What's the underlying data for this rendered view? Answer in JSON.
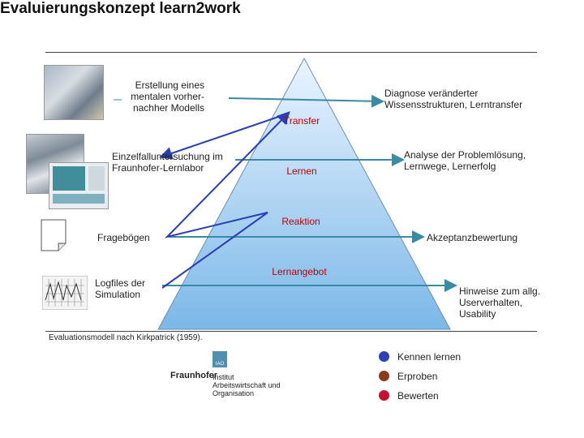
{
  "title": "Evaluierungskonzept learn2work",
  "pyramid": {
    "tiers": [
      "Transfer",
      "Lernen",
      "Reaktion",
      "Lernangebot"
    ]
  },
  "left_labels": [
    "Erstellung eines\nmentalen vorher-\nnachher Modells",
    "Einzelfalluntersuchung im\nFraunhofer-Lernlabor",
    "Fragebögen",
    "Logfiles der\nSimulation"
  ],
  "right_labels": [
    "Diagnose veränderter\nWissensstrukturen, Lerntransfer",
    "Analyse der Problemlösung,\nLernwege, Lernerfolg",
    "Akzeptanzbewertung",
    "Hinweise zum allg.\nUserverhalten,\nUsability"
  ],
  "footnote": "Evaluationsmodell nach Kirkpatrick (1959).",
  "legend": [
    {
      "label": "Kennen lernen",
      "color": "#2e3fb8"
    },
    {
      "label": "Erproben",
      "color": "#8b3a1a"
    },
    {
      "label": "Bewerten",
      "color": "#c8102e"
    }
  ],
  "logo": {
    "brand": "Fraunhofer",
    "badge": "IAO",
    "institute": "Institut\nArbeitswirtschaft und\nOrganisation"
  },
  "colors": {
    "arrow_blue": "#2a3fb4",
    "arrow_teal": "#3a8aa6",
    "pyramid_top": "#eaf4ff",
    "pyramid_bottom": "#7bb8e8",
    "tier_text": "#c00000"
  }
}
